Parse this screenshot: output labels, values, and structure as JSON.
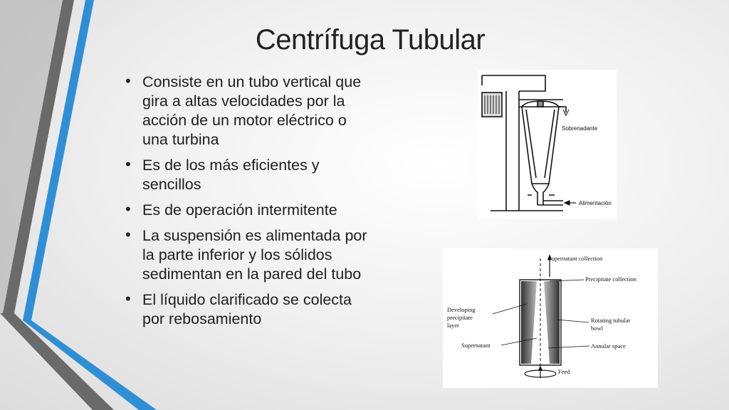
{
  "slide": {
    "title": "Centrífuga Tubular",
    "bullets": [
      "Consiste en un tubo vertical que gira a altas velocidades por la acción de un motor eléctrico o una turbina",
      "Es de los más eficientes y sencillos",
      "Es de operación intermitente",
      "La suspensión es alimentada por la parte inferior y los sólidos sedimentan en la pared del tubo",
      "El líquido clarificado se colecta por rebosamiento"
    ]
  },
  "figure_top": {
    "labels": {
      "supernatant": "Sobrenadante",
      "feed": "Alimentación"
    }
  },
  "figure_bottom": {
    "labels": {
      "supernatant_collection": "Supernatant collection",
      "precipitate_collection": "Precipitate collection",
      "developing_1": "Developing",
      "developing_2": "precipitate",
      "developing_3": "layer",
      "rotating_1": "Rotating tubular",
      "rotating_2": "bowl",
      "supernatant": "Supernatant",
      "annular_space": "Annular space",
      "feed": "Feed"
    }
  },
  "theme": {
    "accent_blue": "#2e8fd6",
    "accent_gray": "#5f5f5f"
  }
}
